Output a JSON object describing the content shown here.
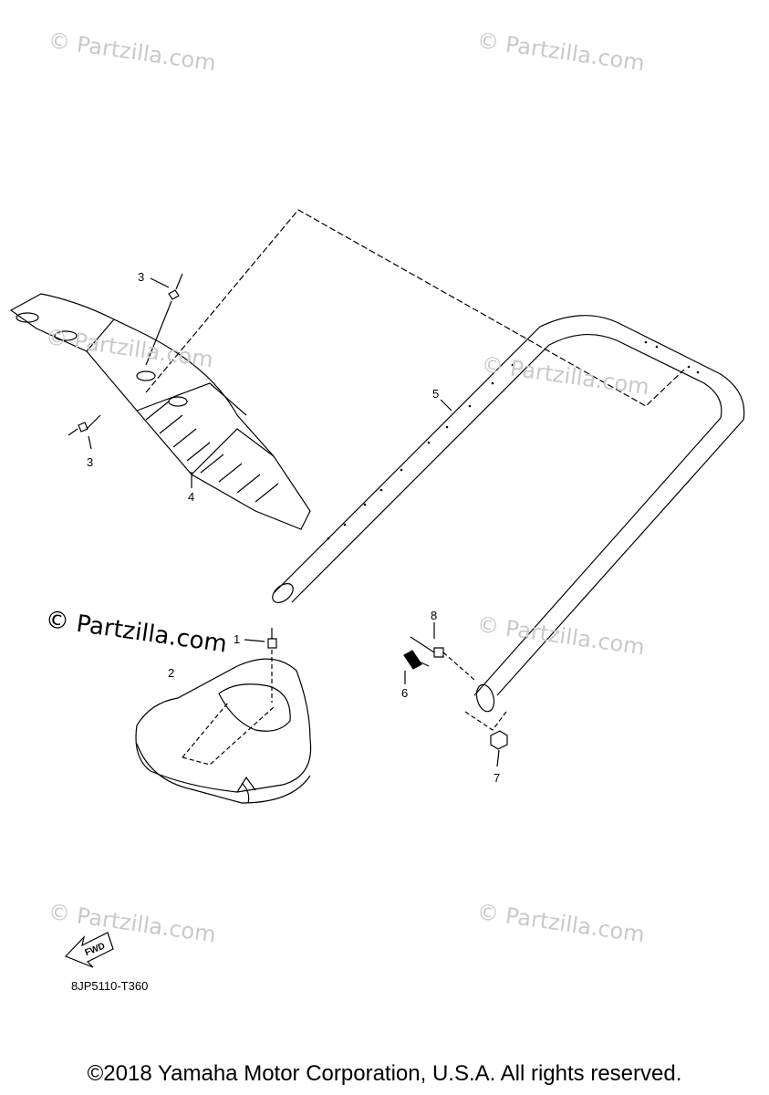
{
  "watermarks": [
    "© Partzilla.com",
    "© Partzilla.com",
    "© Partzilla.com",
    "© Partzilla.com",
    "© Partzilla.com",
    "© Partzilla.com",
    "© Partzilla.com"
  ],
  "watermark_main": "© Partzilla.com",
  "callouts": [
    "1",
    "2",
    "3",
    "3",
    "4",
    "5",
    "6",
    "7",
    "8"
  ],
  "fwd_label": "FWD",
  "diagram_code": "8JP5110-T360",
  "copyright": "©2018 Yamaha Motor Corporation, U.S.A. All rights reserved."
}
